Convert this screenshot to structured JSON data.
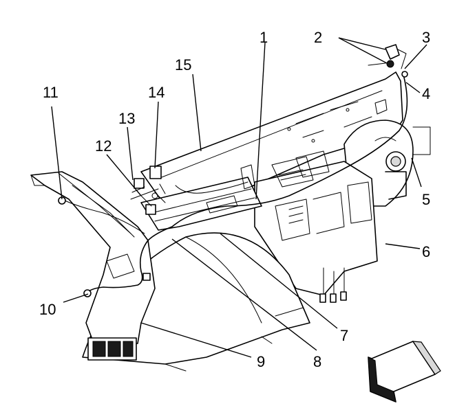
{
  "callouts": [
    {
      "id": "1",
      "label": "1"
    },
    {
      "id": "2",
      "label": "2"
    },
    {
      "id": "3",
      "label": "3"
    },
    {
      "id": "4",
      "label": "4"
    },
    {
      "id": "5",
      "label": "5"
    },
    {
      "id": "6",
      "label": "6"
    },
    {
      "id": "7",
      "label": "7"
    },
    {
      "id": "8",
      "label": "8"
    },
    {
      "id": "9",
      "label": "9"
    },
    {
      "id": "10",
      "label": "10"
    },
    {
      "id": "11",
      "label": "11"
    },
    {
      "id": "12",
      "label": "12"
    },
    {
      "id": "13",
      "label": "13"
    },
    {
      "id": "14",
      "label": "14"
    },
    {
      "id": "15",
      "label": "15"
    }
  ],
  "icons": {
    "direction": "front-direction-arrow-icon"
  }
}
